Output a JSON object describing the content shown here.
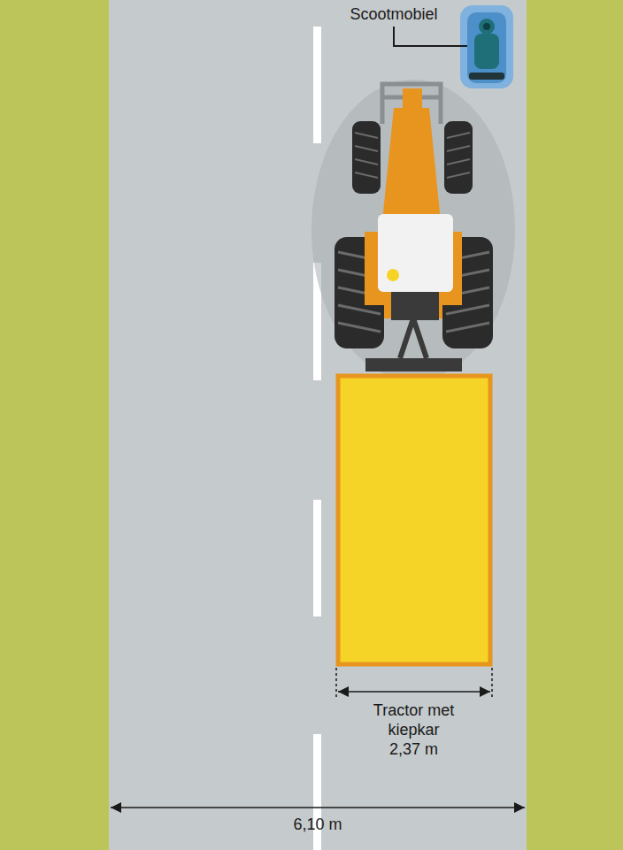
{
  "diagram": {
    "labels": [
      "Scootmobiel",
      "Tractor met kiepkar",
      "2,37 m",
      "6,10 m"
    ]
  }
}
